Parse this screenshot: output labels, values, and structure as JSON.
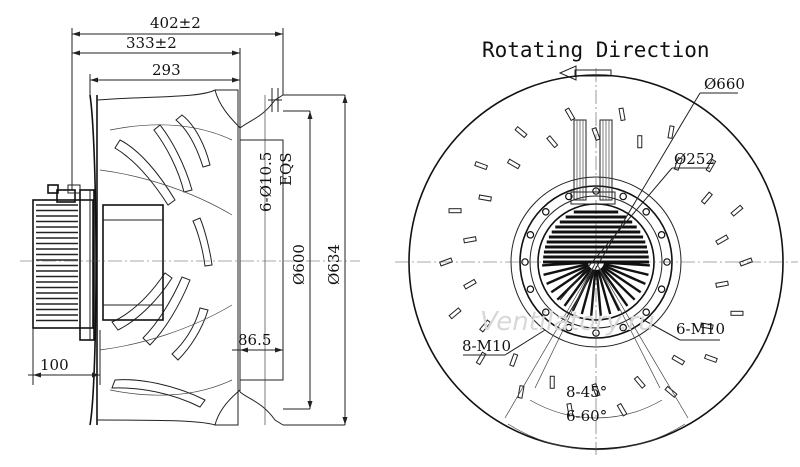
{
  "side_view": {
    "dim_overall": "402±2",
    "dim_mid": "333±2",
    "dim_inner": "293",
    "dim_holes": "6-Ø10.5",
    "dim_holes_note": "EQS",
    "dim_d600": "Ø600",
    "dim_d634": "Ø634",
    "dim_inlet": "86.5",
    "dim_motor": "100"
  },
  "front_view": {
    "title": "Rotating Direction",
    "dim_d660": "Ø660",
    "dim_d252": "Ø252",
    "label_8m10": "8-M10",
    "label_6m10": "6-M10",
    "angle_45": "8-45°",
    "angle_60": "6-60°"
  },
  "watermark": "Ventilatory.ru"
}
